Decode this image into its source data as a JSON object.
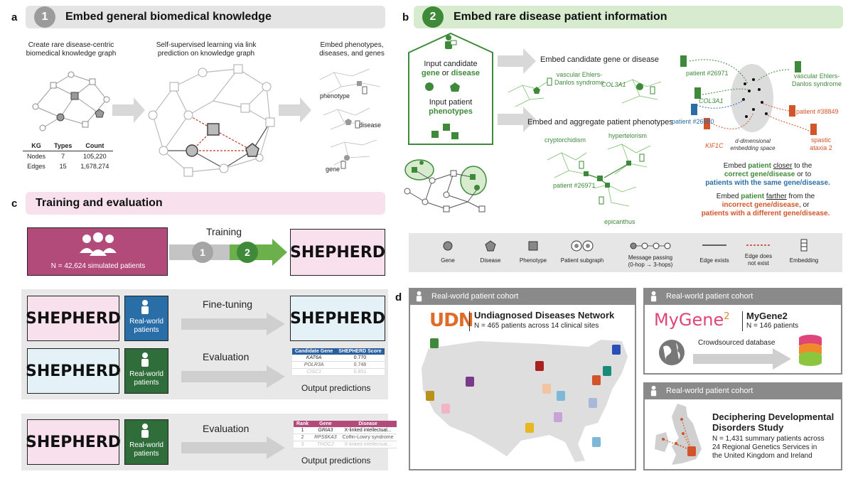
{
  "panel_labels": {
    "a": "a",
    "b": "b",
    "c": "c",
    "d": "d"
  },
  "panel_a": {
    "step": "1",
    "title": "Embed general biomedical knowledge",
    "col1": "Create rare disease-centric biomedical knowledge graph",
    "col2": "Self-supervised learning via link prediction on knowledge graph",
    "col3": "Embed phenotypes, diseases, and genes",
    "labels": {
      "phenotype": "phenotype",
      "disease": "disease",
      "gene": "gene"
    },
    "table": {
      "headers": [
        "KG",
        "Types",
        "Count"
      ],
      "rows": [
        [
          "Nodes",
          "7",
          "105,220"
        ],
        [
          "Edges",
          "15",
          "1,678,274"
        ]
      ]
    }
  },
  "panel_b": {
    "step": "2",
    "title": "Embed rare disease patient information",
    "input1_a": "Input candidate",
    "input1_gene": "gene",
    "input1_or": " or ",
    "input1_disease": "disease",
    "input2_a": "Input patient",
    "input2_b": "phenotypes",
    "embed1": "Embed candidate gene or disease",
    "embed2": "Embed and aggregate patient phenotypes",
    "vascular": "vascular Ehlers-Danlos syndrome",
    "col3a1": "COL3A1",
    "cryptorchidism": "cryptorchidism",
    "hypertelorism": "hypertelorism",
    "patient_a": "patient #26971",
    "epicanthus": "epicanthus",
    "space": {
      "p26971": "patient #26971",
      "col3a1": "COL3A1",
      "p26980": "patient #26980",
      "kif1c": "KIF1C",
      "vascular": "vascular Ehlers-Danlos syndrome",
      "p38849": "patient #38849",
      "spastic": "spastic ataxia 2",
      "space_label": "d-dimensional embedding space"
    },
    "closer_1": "Embed ",
    "closer_patient": "patient",
    "closer_2": " ",
    "closer_word": "closer",
    "closer_3": " to the",
    "closer_correct": "correct gene/disease",
    "closer_or": " or to",
    "closer_same": "patients with the same gene/disease.",
    "farther_1": "Embed ",
    "farther_patient": "patient",
    "farther_2": " ",
    "farther_word": "farther",
    "farther_3": " from the",
    "farther_incorrect": "incorrect gene/disease",
    "farther_or": ", or",
    "farther_diff": "patients with a different gene/disease.",
    "legend": {
      "gene": "Gene",
      "disease": "Disease",
      "phenotype": "Phenotype",
      "subgraph": "Patient subgraph",
      "mp_1": "Message passing",
      "mp_2": "(0-hop → 3-hops)",
      "edge_exists": "Edge exists",
      "edge_not_1": "Edge does",
      "edge_not_2": "not exist",
      "embedding": "Embedding"
    }
  },
  "panel_c": {
    "title": "Training and evaluation",
    "sim_patients": "N = 42,624 simulated patients",
    "training": "Training",
    "step1": "1",
    "step2": "2",
    "shepherd": "SHEPHERD",
    "finetune": "Fine-tuning",
    "evaluation": "Evaluation",
    "rw_1": "Real-world",
    "rw_2": "patients",
    "output": "Output predictions",
    "table1": {
      "headers": [
        "Candidate Gene",
        "SHEPHERD Score"
      ],
      "rows": [
        [
          "KAT6A",
          "0.770"
        ],
        [
          "POLR3A",
          "0.748"
        ],
        [
          "CISC1",
          "0.651"
        ]
      ]
    },
    "table2": {
      "headers": [
        "Rank",
        "Gene",
        "Disease"
      ],
      "rows": [
        [
          "1",
          "GRIA3",
          "X-linked intellectual..."
        ],
        [
          "2",
          "RPS6KA3",
          "Coffin-Lowry syndrome"
        ],
        [
          "3",
          "THOC2",
          "X-linked intellectual..."
        ]
      ]
    }
  },
  "panel_d": {
    "cohort": "Real-world patient cohort",
    "udn_logo": "UDN",
    "udn_title": "Undiagnosed Diseases Network",
    "udn_n": "N = 465 patients across 14 clinical sites",
    "mygene_logo_a": "MyGene",
    "mygene_logo_b": "2",
    "mygene_title": "MyGene2",
    "mygene_n": "N = 146 patients",
    "crowd": "Crowdsourced database",
    "ddd_title_1": "Deciphering Developmental",
    "ddd_title_2": "Disorders Study",
    "ddd_n_1": "N = 1,431 summary patients across",
    "ddd_n_2": "24 Regional Genetics Services in",
    "ddd_n_3": "the United Kingdom and Ireland"
  },
  "colors": {
    "green": "#3f8a3a",
    "light_green": "#d7ebcf",
    "pink": "#f8e1ec",
    "magenta": "#b24a7a",
    "blue": "#2a6ea8",
    "orange": "#d2542a",
    "grey": "#8a8a8a"
  }
}
